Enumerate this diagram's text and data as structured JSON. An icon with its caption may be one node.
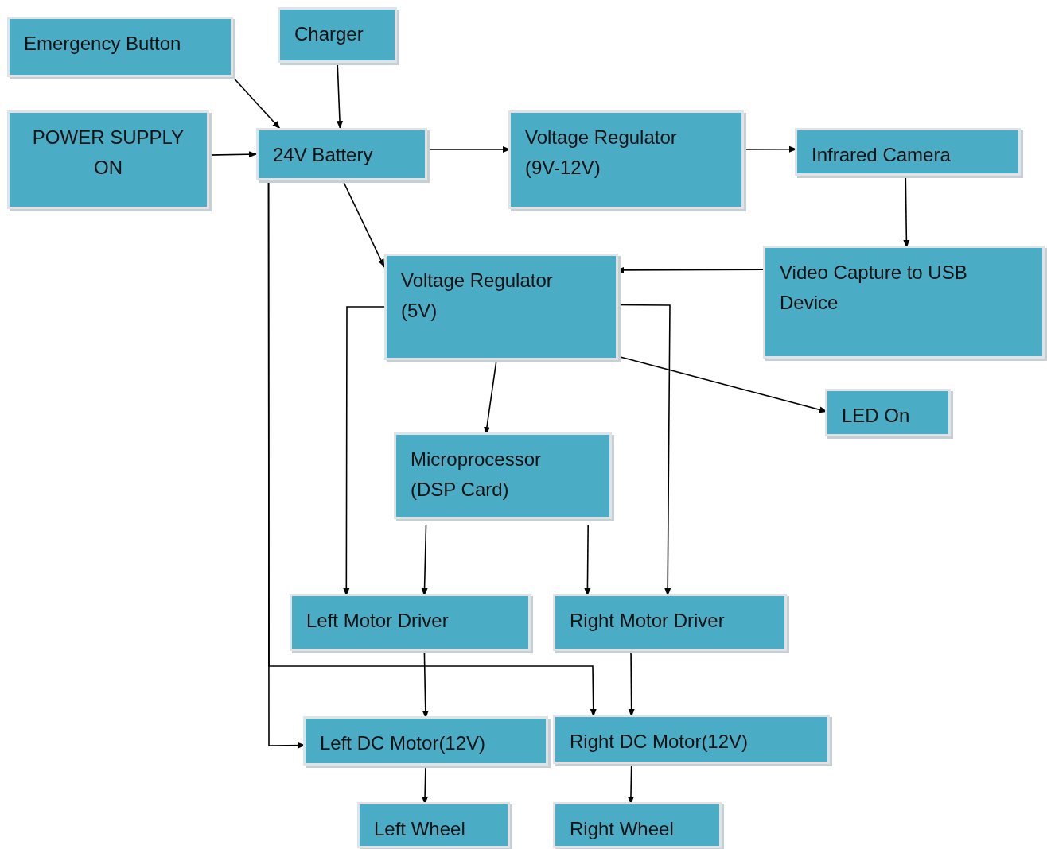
{
  "diagram": {
    "nodes": [
      {
        "text": [
          "Emergency Button"
        ]
      },
      {
        "text": [
          "Charger"
        ]
      },
      {
        "text": [
          "POWER SUPPLY ON"
        ]
      },
      {
        "text": [
          "24V Battery"
        ]
      },
      {
        "text": [
          "Voltage Regulator (9V-12V)"
        ]
      },
      {
        "text": [
          "Infrared Camera"
        ]
      },
      {
        "text": [
          "Video Capture to USB Device"
        ]
      },
      {
        "text": [
          "Voltage Regulator (5V)"
        ]
      },
      {
        "text": [
          "LED On"
        ]
      },
      {
        "text": [
          "Microprocessor (DSP Card)"
        ]
      },
      {
        "text": [
          "Left Motor Driver"
        ]
      },
      {
        "text": [
          "Right Motor Driver"
        ]
      },
      {
        "text": [
          "Left DC Motor(12V)"
        ]
      },
      {
        "text": [
          "Right DC Motor(12V)"
        ]
      },
      {
        "text": [
          "Left Wheel"
        ]
      },
      {
        "text": [
          "Right Wheel"
        ]
      }
    ],
    "edges": [
      {
        "from": 0,
        "to": 3,
        "arrow": "to"
      },
      {
        "from": 1,
        "to": 3,
        "arrow": "to"
      },
      {
        "from": 2,
        "to": 3,
        "arrow": "to"
      },
      {
        "from": 3,
        "to": 4,
        "arrow": "to"
      },
      {
        "from": 4,
        "to": 5,
        "arrow": "to"
      },
      {
        "from": 5,
        "to": 6,
        "arrow": "to"
      },
      {
        "from": 6,
        "to": 7,
        "arrow": "to"
      },
      {
        "from": 3,
        "to": 7,
        "arrow": "to"
      },
      {
        "from": 7,
        "to": 10,
        "arrow": "to"
      },
      {
        "from": 7,
        "to": 11,
        "arrow": "to"
      },
      {
        "from": 7,
        "to": 8,
        "arrow": "to"
      },
      {
        "from": 7,
        "to": 9,
        "arrow": "to"
      },
      {
        "from": 9,
        "to": 10,
        "arrow": "to"
      },
      {
        "from": 9,
        "to": 11,
        "arrow": "to"
      },
      {
        "from": 10,
        "to": 12,
        "arrow": "to"
      },
      {
        "from": 11,
        "to": 13,
        "arrow": "to"
      },
      {
        "from": 12,
        "to": 14,
        "arrow": "to"
      },
      {
        "from": 13,
        "to": 15,
        "arrow": "to"
      },
      {
        "from": 3,
        "to": 12,
        "arrow": "to"
      },
      {
        "from": 3,
        "to": 13,
        "arrow": "to"
      }
    ]
  }
}
